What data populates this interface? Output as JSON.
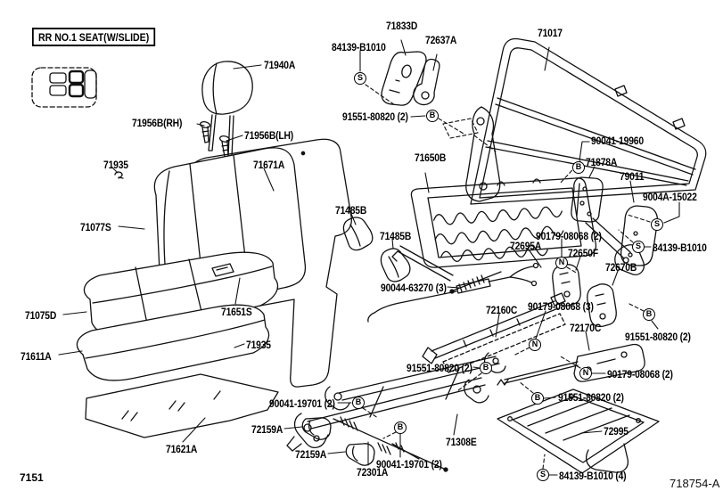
{
  "meta": {
    "title_box": "RR NO.1 SEAT(W/SLIDE)",
    "page_code": "7151",
    "figure_code": "718754-A"
  },
  "symbols": {
    "s": "S",
    "b": "B",
    "n": "N"
  },
  "parts": {
    "p71940a": "71940A",
    "p71956b_rh": "71956B(RH)",
    "p71956b_lh": "71956B(LH)",
    "p71935_a": "71935",
    "p71671a": "71671A",
    "p71077s": "71077S",
    "p71075d": "71075D",
    "p71651s": "71651S",
    "p71611a": "71611A",
    "p71935_b": "71935",
    "p71621a": "71621A",
    "p84139_top": "84139-B1010",
    "p71833d": "71833D",
    "p72637a": "72637A",
    "p71017": "71017",
    "p91551_top": "91551-80820 (2)",
    "p71650b": "71650B",
    "p90041_19960": "90041-19960",
    "p71878a": "71878A",
    "p79011": "79011",
    "p9004a_15022": "9004A-15022",
    "p84139_right": "84139-B1010",
    "p71485b_a": "71485B",
    "p71485b_b": "71485B",
    "p90179_top": "90179-08068 (2)",
    "p72695a": "72695A",
    "p72650f": "72650F",
    "p72670b": "72670B",
    "p90044_63270": "90044-63270 (3)",
    "p72160c": "72160C",
    "p90179_mid": "90179-08068 (3)",
    "p72170c": "72170C",
    "p91551_right": "91551-80820 (2)",
    "p91551_mid": "91551-80820 (2)",
    "p90179_bot": "90179-08068 (2)",
    "p91551_bot": "91551-80820 (2)",
    "p71308e": "71308E",
    "p90041_19701_a": "90041-19701 (2)",
    "p72159a_a": "72159A",
    "p72159a_b": "72159A",
    "p90041_19701_b": "90041-19701 (2)",
    "p72301a": "72301A",
    "p72995": "72995",
    "p84139_bot": "84139-B1010 (4)"
  }
}
